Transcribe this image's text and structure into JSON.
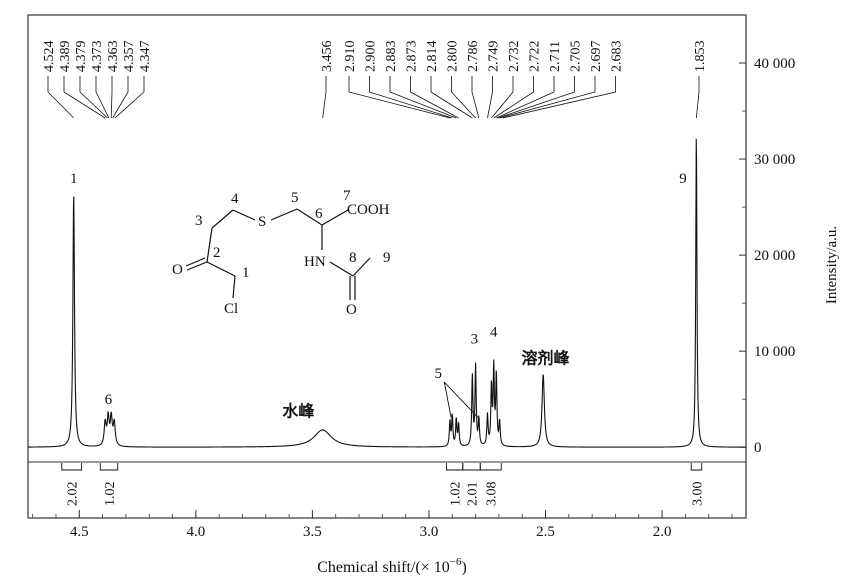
{
  "chart_data": {
    "type": "line",
    "xlabel": "Chemical shift/(× 10",
    "xlabel_exp": "−6",
    "xlabel_close": ")",
    "ylabel": "Intensity/a.u.",
    "xlim": [
      4.72,
      1.64
    ],
    "ylim": [
      -500,
      45000
    ],
    "x_ticks": [
      "4.5",
      "4.0",
      "3.5",
      "3.0",
      "2.5",
      "2.0"
    ],
    "x_tick_values": [
      4.5,
      4.0,
      3.5,
      3.0,
      2.5,
      2.0
    ],
    "y_ticks": [
      "0",
      "10 000",
      "20 000",
      "30 000",
      "40 000"
    ],
    "y_tick_values": [
      0,
      10000,
      20000,
      30000,
      40000
    ],
    "peak_labels_left": [
      "4.524",
      "4.389",
      "4.379",
      "4.373",
      "4.363",
      "4.357",
      "4.347"
    ],
    "peak_labels_mid": [
      "3.456"
    ],
    "peak_labels_right": [
      "2.910",
      "2.900",
      "2.883",
      "2.873",
      "2.814",
      "2.800",
      "2.786",
      "2.749",
      "2.732",
      "2.722",
      "2.711",
      "2.705",
      "2.697",
      "2.683"
    ],
    "peak_labels_far": [
      "1.853"
    ],
    "peaks": [
      {
        "center": 4.524,
        "height": 26500,
        "width": 0.004
      },
      {
        "center": 4.389,
        "height": 2400,
        "width": 0.005
      },
      {
        "center": 4.376,
        "height": 2900,
        "width": 0.005
      },
      {
        "center": 4.363,
        "height": 2900,
        "width": 0.005
      },
      {
        "center": 4.35,
        "height": 2400,
        "width": 0.005
      },
      {
        "center": 3.456,
        "height": 1800,
        "width": 0.045
      },
      {
        "center": 2.91,
        "height": 2600,
        "width": 0.003
      },
      {
        "center": 2.9,
        "height": 3200,
        "width": 0.003
      },
      {
        "center": 2.883,
        "height": 2800,
        "width": 0.003
      },
      {
        "center": 2.873,
        "height": 2300,
        "width": 0.003
      },
      {
        "center": 2.814,
        "height": 7400,
        "width": 0.003
      },
      {
        "center": 2.8,
        "height": 8300,
        "width": 0.003
      },
      {
        "center": 2.786,
        "height": 2800,
        "width": 0.003
      },
      {
        "center": 2.749,
        "height": 3200,
        "width": 0.003
      },
      {
        "center": 2.732,
        "height": 6200,
        "width": 0.003
      },
      {
        "center": 2.722,
        "height": 8000,
        "width": 0.003
      },
      {
        "center": 2.711,
        "height": 7300,
        "width": 0.003
      },
      {
        "center": 2.697,
        "height": 2500,
        "width": 0.003
      },
      {
        "center": 2.51,
        "height": 7600,
        "width": 0.006
      },
      {
        "center": 1.853,
        "height": 33000,
        "width": 0.003
      }
    ],
    "peak_numbers": [
      {
        "label": "1",
        "x": 4.524,
        "y": 27500
      },
      {
        "label": "6",
        "x": 4.375,
        "y": 4500
      },
      {
        "label": "5",
        "x": 2.96,
        "y": 7200
      },
      {
        "label": "3",
        "x": 2.805,
        "y": 10800
      },
      {
        "label": "4",
        "x": 2.722,
        "y": 11500
      },
      {
        "label": "9",
        "x": 1.91,
        "y": 27500
      }
    ],
    "annotations": [
      {
        "text": "水峰",
        "x": 3.56,
        "y": 3200
      },
      {
        "text": "溶剂峰",
        "x": 2.5,
        "y": 8700
      }
    ],
    "integrals": [
      {
        "value": "2.02",
        "x1": 4.575,
        "x2": 4.49
      },
      {
        "value": "1.02",
        "x1": 4.41,
        "x2": 4.335
      },
      {
        "value": "1.02",
        "x1": 2.925,
        "x2": 2.855
      },
      {
        "value": "2.01",
        "x1": 2.855,
        "x2": 2.78
      },
      {
        "value": "3.08",
        "x1": 2.78,
        "x2": 2.69
      },
      {
        "value": "3.00",
        "x1": 1.875,
        "x2": 1.83
      }
    ],
    "structure_labels": {
      "c1": "1",
      "c2": "2",
      "c3": "3",
      "c4": "4",
      "c5": "5",
      "c6": "6",
      "c7": "7",
      "c8": "8",
      "c9": "9",
      "cooh": "COOH",
      "s": "S",
      "hn": "HN",
      "o_ketone": "O",
      "o_amide": "O",
      "cl": "Cl"
    }
  }
}
